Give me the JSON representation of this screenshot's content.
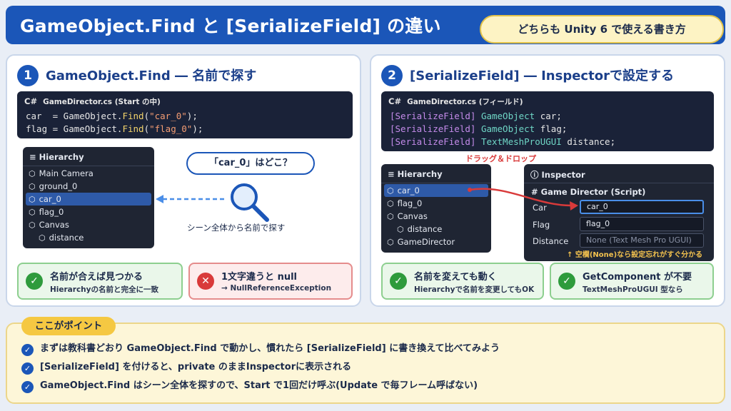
{
  "header": {
    "title": "GameObject.Find と [SerializeField] の違い",
    "badge": "どちらも Unity 6 で使える書き方"
  },
  "panel1": {
    "number": "1",
    "title": "GameObject.Find ― 名前で探す",
    "code": {
      "lang": "C#",
      "file": "GameDirector.cs (Start の中)",
      "lines": [
        {
          "pre": "car  = GameObject.",
          "fn": "Find",
          "open": "(",
          "arg": "\"car_0\"",
          "close": ");"
        },
        {
          "pre": "flag = GameObject.",
          "fn": "Find",
          "open": "(",
          "arg": "\"flag_0\"",
          "close": ");"
        }
      ]
    },
    "hierarchy": {
      "title": "≡ Hierarchy",
      "items": [
        "Main Camera",
        "ground_0",
        "car_0",
        "flag_0",
        "Canvas",
        "distance"
      ]
    },
    "bubble": "「car_0」はどこ？",
    "caption": "シーン全体から名前で探す",
    "cards": [
      {
        "title": "名前が合えば見つかる",
        "sub": "Hierarchyの名前と完全に一致"
      },
      {
        "title": "1文字違うと null",
        "sub": "→ NullReferenceException"
      }
    ]
  },
  "panel2": {
    "number": "2",
    "title": "[SerializeField] ― Inspectorで設定する",
    "code": {
      "lang": "C#",
      "file": "GameDirector.cs (フィールド)",
      "lines": [
        {
          "attr": "[SerializeField]",
          "type": "GameObject",
          "rest": " car;"
        },
        {
          "attr": "[SerializeField]",
          "type": "GameObject",
          "rest": " flag;"
        },
        {
          "attr": "[SerializeField]",
          "type": "TextMeshProUGUI",
          "rest": " distance;"
        }
      ]
    },
    "drag_label": "ドラッグ＆ドロップ",
    "hierarchy": {
      "title": "≡ Hierarchy",
      "items": [
        "car_0",
        "flag_0",
        "Canvas",
        "distance",
        "GameDirector"
      ]
    },
    "inspector": {
      "title": "ⓘ Inspector",
      "component": "# Game Director (Script)",
      "rows": [
        {
          "label": "Car",
          "value": "car_0"
        },
        {
          "label": "Flag",
          "value": "flag_0"
        },
        {
          "label": "Distance",
          "value": "None (Text Mesh Pro UGUI)"
        }
      ],
      "note": "↑ 空欄(None)なら設定忘れがすぐ分かる"
    },
    "cards": [
      {
        "title": "名前を変えても動く",
        "sub": "Hierarchyで名前を変更してもOK"
      },
      {
        "title": "GetComponent が不要",
        "sub": "TextMeshProUGUI 型なら"
      }
    ]
  },
  "points": {
    "badge": "ここがポイント",
    "items": [
      "まずは教科書どおり GameObject.Find で動かし、慣れたら [SerializeField] に書き換えて比べてみよう",
      "[SerializeField] を付けると、private のままInspectorに表示される",
      "GameObject.Find はシーン全体を探すので、Start で1回だけ呼ぶ(Update で毎フレーム呼ばない)"
    ]
  },
  "colors": {
    "primary": "#1b56b8",
    "code_bg": "#1a2238",
    "success": "#2e9b3c",
    "error": "#d93a3a",
    "highlight": "#f5c842"
  }
}
